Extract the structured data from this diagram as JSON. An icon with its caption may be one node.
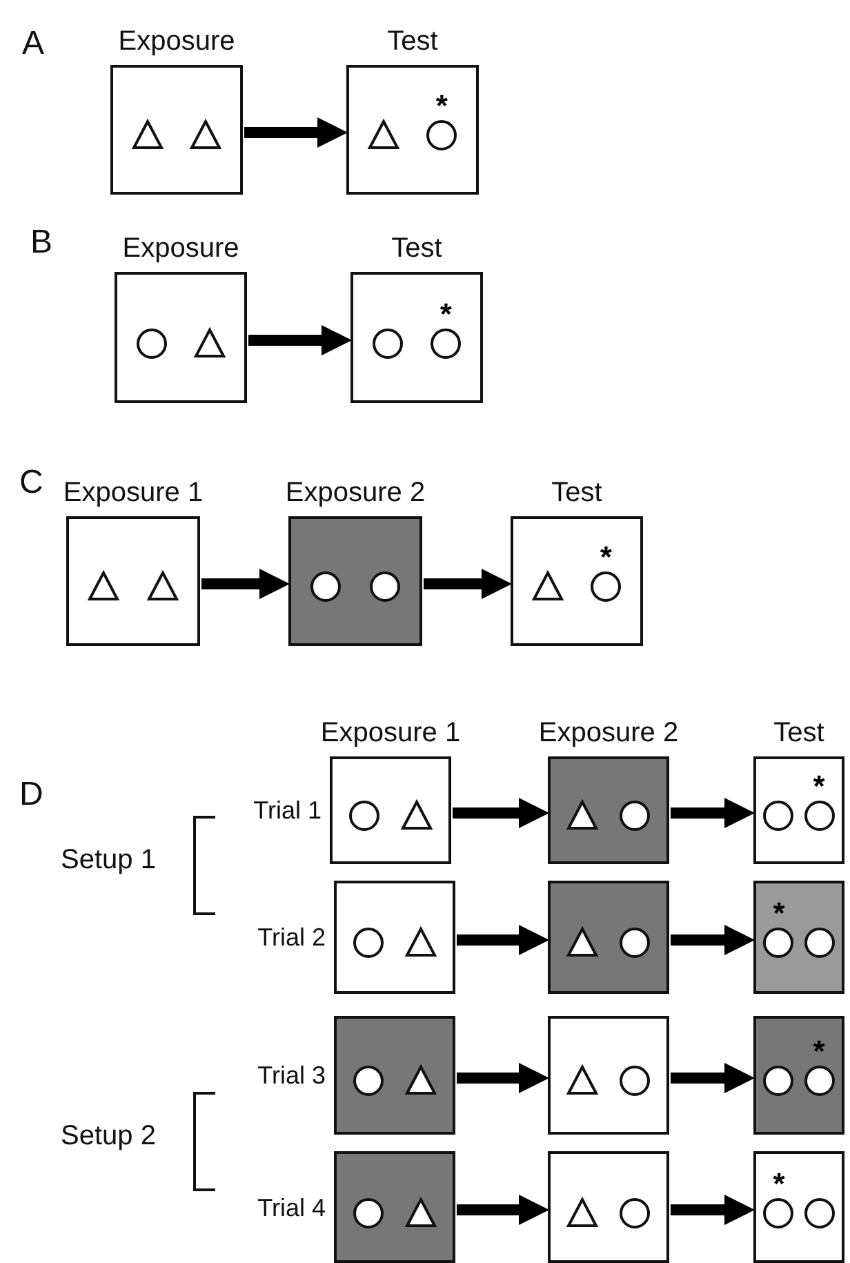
{
  "diagram": {
    "nodes": [
      {
        "text": [
          "Exposure"
        ]
      },
      {
        "text": [
          "Test",
          "*"
        ]
      },
      {
        "text": [
          "Exposure"
        ]
      },
      {
        "text": [
          "Test",
          "*"
        ]
      },
      {
        "text": [
          "Exposure 1"
        ]
      },
      {
        "text": [
          "Exposure 2"
        ]
      },
      {
        "text": [
          "Test",
          "*"
        ]
      },
      {
        "text": [
          "Exposure 1"
        ],
        "beside": [
          "Trial 1"
        ]
      },
      {
        "text": [
          "Exposure 2"
        ]
      },
      {
        "text": [
          "Test",
          "*"
        ]
      },
      {
        "text": [],
        "shape": "box",
        "beside": [
          "Trial 2"
        ]
      },
      {
        "text": [],
        "shape": "box"
      },
      {
        "text": [
          "*"
        ]
      },
      {
        "text": [],
        "shape": "box",
        "beside": [
          "Trial 3"
        ]
      },
      {
        "text": [],
        "shape": "box"
      },
      {
        "text": [
          "*"
        ]
      },
      {
        "text": [],
        "shape": "box",
        "beside": [
          "Trial 4"
        ]
      },
      {
        "text": [],
        "shape": "box"
      },
      {
        "text": [
          "*"
        ]
      }
    ],
    "edges": [
      {
        "from": 0,
        "to": 1,
        "arrow": "to"
      },
      {
        "from": 2,
        "to": 3,
        "arrow": "to"
      },
      {
        "from": 4,
        "to": 5,
        "arrow": "to"
      },
      {
        "from": 5,
        "to": 6,
        "arrow": "to"
      },
      {
        "from": 7,
        "to": 8,
        "arrow": "to"
      },
      {
        "from": 8,
        "to": 9,
        "arrow": "to"
      },
      {
        "from": 10,
        "to": 11,
        "arrow": "to"
      },
      {
        "from": 11,
        "to": 12,
        "arrow": "to"
      },
      {
        "from": 13,
        "to": 14,
        "arrow": "to"
      },
      {
        "from": 14,
        "to": 15,
        "arrow": "to"
      },
      {
        "from": 16,
        "to": 17,
        "arrow": "to"
      },
      {
        "from": 17,
        "to": 18,
        "arrow": "to"
      }
    ],
    "labels": [
      "A",
      "B",
      "C",
      "D",
      "Setup 1",
      "Setup 2"
    ]
  }
}
